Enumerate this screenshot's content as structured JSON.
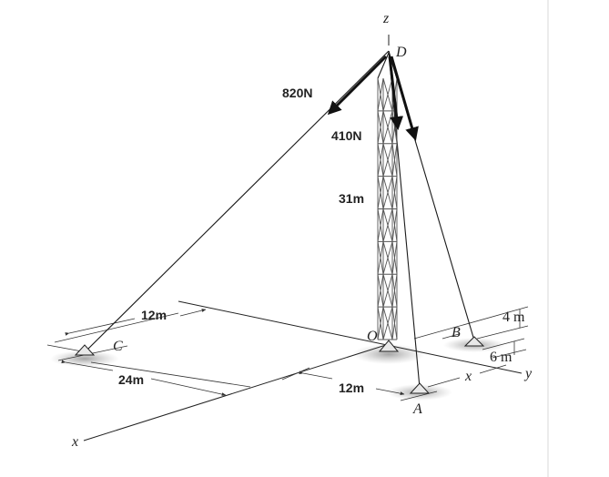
{
  "axes": {
    "x": "x",
    "y": "y",
    "z": "z"
  },
  "points": {
    "D": "D",
    "O": "O",
    "A": "A",
    "B": "B",
    "C": "C"
  },
  "forces": [
    {
      "label": "820N"
    },
    {
      "label": "410N"
    }
  ],
  "dimensions": {
    "tower_height": "31m",
    "c_y_offset": "12m",
    "c_x_offset": "24m",
    "a_y_offset": "12m",
    "b_x_offset": "4 m",
    "b_y_offset": "6 m",
    "x_var": "x"
  }
}
